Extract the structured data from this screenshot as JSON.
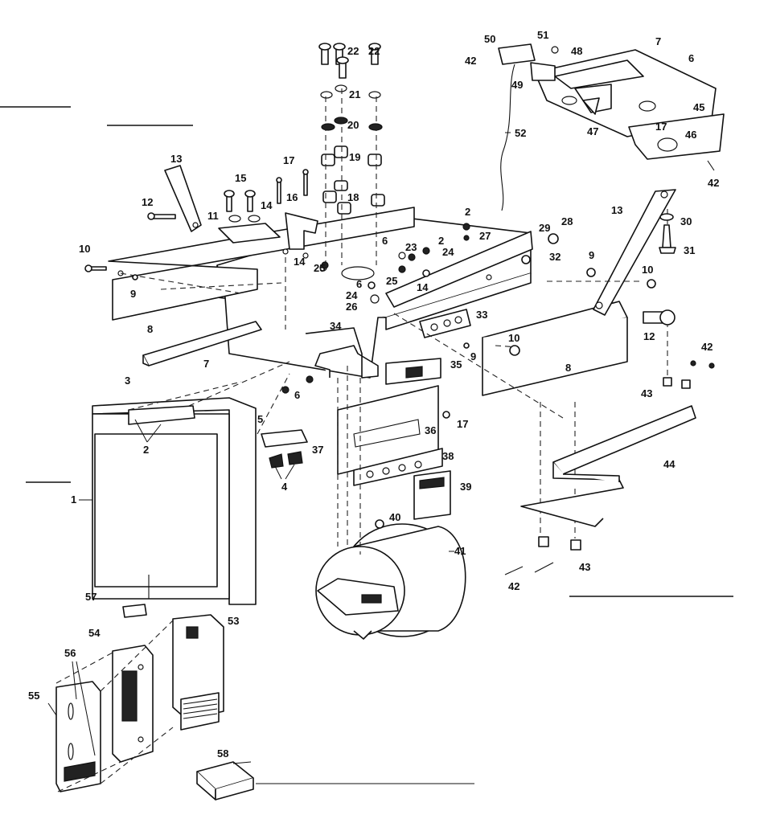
{
  "diagram": {
    "callouts": [
      {
        "id": "c1",
        "text": "1"
      },
      {
        "id": "c2a",
        "text": "2"
      },
      {
        "id": "c2b",
        "text": "2"
      },
      {
        "id": "c2c",
        "text": "2"
      },
      {
        "id": "c3",
        "text": "3"
      },
      {
        "id": "c4",
        "text": "4"
      },
      {
        "id": "c5",
        "text": "5"
      },
      {
        "id": "c6a",
        "text": "6"
      },
      {
        "id": "c6b",
        "text": "6"
      },
      {
        "id": "c6c",
        "text": "6"
      },
      {
        "id": "c6d",
        "text": "6"
      },
      {
        "id": "c7a",
        "text": "7"
      },
      {
        "id": "c7b",
        "text": "7"
      },
      {
        "id": "c8a",
        "text": "8"
      },
      {
        "id": "c8b",
        "text": "8"
      },
      {
        "id": "c9a",
        "text": "9"
      },
      {
        "id": "c9b",
        "text": "9"
      },
      {
        "id": "c9c",
        "text": "9"
      },
      {
        "id": "c10a",
        "text": "10"
      },
      {
        "id": "c10b",
        "text": "10"
      },
      {
        "id": "c10c",
        "text": "10"
      },
      {
        "id": "c11",
        "text": "11"
      },
      {
        "id": "c12a",
        "text": "12"
      },
      {
        "id": "c12b",
        "text": "12"
      },
      {
        "id": "c13a",
        "text": "13"
      },
      {
        "id": "c13b",
        "text": "13"
      },
      {
        "id": "c14a",
        "text": "14"
      },
      {
        "id": "c14b",
        "text": "14"
      },
      {
        "id": "c14c",
        "text": "14"
      },
      {
        "id": "c15",
        "text": "15"
      },
      {
        "id": "c16",
        "text": "16"
      },
      {
        "id": "c17a",
        "text": "17"
      },
      {
        "id": "c17b",
        "text": "17"
      },
      {
        "id": "c17c",
        "text": "17"
      },
      {
        "id": "c18",
        "text": "18"
      },
      {
        "id": "c19",
        "text": "19"
      },
      {
        "id": "c20",
        "text": "20"
      },
      {
        "id": "c21",
        "text": "21"
      },
      {
        "id": "c22",
        "text": "22"
      },
      {
        "id": "c23",
        "text": "23"
      },
      {
        "id": "c24a",
        "text": "24"
      },
      {
        "id": "c24b",
        "text": "24"
      },
      {
        "id": "c25a",
        "text": "25"
      },
      {
        "id": "c25b",
        "text": "25"
      },
      {
        "id": "c26",
        "text": "26"
      },
      {
        "id": "c27",
        "text": "27"
      },
      {
        "id": "c28",
        "text": "28"
      },
      {
        "id": "c29",
        "text": "29"
      },
      {
        "id": "c30",
        "text": "30"
      },
      {
        "id": "c31",
        "text": "31"
      },
      {
        "id": "c32",
        "text": "32"
      },
      {
        "id": "c33",
        "text": "33"
      },
      {
        "id": "c34",
        "text": "34"
      },
      {
        "id": "c35",
        "text": "35"
      },
      {
        "id": "c36",
        "text": "36"
      },
      {
        "id": "c37",
        "text": "37"
      },
      {
        "id": "c38",
        "text": "38"
      },
      {
        "id": "c39",
        "text": "39"
      },
      {
        "id": "c40",
        "text": "40"
      },
      {
        "id": "c41",
        "text": "41"
      },
      {
        "id": "c42a",
        "text": "42"
      },
      {
        "id": "c42b",
        "text": "42"
      },
      {
        "id": "c42c",
        "text": "42"
      },
      {
        "id": "c42d",
        "text": "42"
      },
      {
        "id": "c43a",
        "text": "43"
      },
      {
        "id": "c43b",
        "text": "43"
      },
      {
        "id": "c44",
        "text": "44"
      },
      {
        "id": "c45",
        "text": "45"
      },
      {
        "id": "c46",
        "text": "46"
      },
      {
        "id": "c47",
        "text": "47"
      },
      {
        "id": "c48",
        "text": "48"
      },
      {
        "id": "c49",
        "text": "49"
      },
      {
        "id": "c50",
        "text": "50"
      },
      {
        "id": "c51",
        "text": "51"
      },
      {
        "id": "c52",
        "text": "52"
      },
      {
        "id": "c53",
        "text": "53"
      },
      {
        "id": "c54",
        "text": "54"
      },
      {
        "id": "c55",
        "text": "55"
      },
      {
        "id": "c56",
        "text": "56"
      },
      {
        "id": "c57",
        "text": "57"
      },
      {
        "id": "c58",
        "text": "58"
      }
    ]
  }
}
